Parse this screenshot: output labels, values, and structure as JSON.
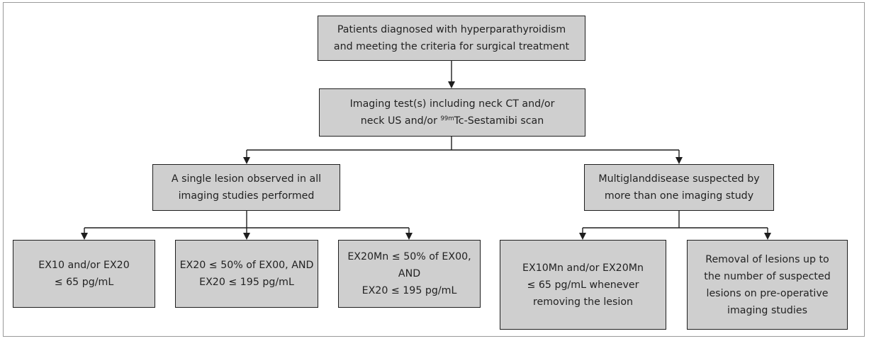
{
  "nodes": {
    "criteria": {
      "lines": [
        "Patients diagnosed with hyperparathyroidism",
        "and meeting the criteria for surgical treatment"
      ]
    },
    "imaging": {
      "line1": "Imaging test(s) including neck CT and/or",
      "line2_pre": "neck US and/or ",
      "line2_sup": "99m",
      "line2_post": "Tc-Sestamibi scan"
    },
    "single": {
      "lines": [
        "A single lesion observed in all",
        "imaging studies performed"
      ]
    },
    "multi": {
      "lines": [
        "Multiglanddisease suspected by",
        "more than one imaging study"
      ]
    },
    "s1": {
      "lines": [
        "EX10 and/or EX20",
        "≤ 65 pg/mL"
      ]
    },
    "s2": {
      "lines": [
        "EX20 ≤ 50% of EX00, AND",
        "EX20 ≤ 195 pg/mL"
      ]
    },
    "s3": {
      "lines": [
        "EX20Mn ≤ 50% of EX00,",
        "AND",
        "EX20 ≤ 195 pg/mL"
      ]
    },
    "m1": {
      "lines": [
        "EX10Mn and/or EX20Mn",
        "≤ 65 pg/mL whenever",
        "removing the lesion"
      ]
    },
    "m2": {
      "lines": [
        "Removal of lesions up to",
        "the number of suspected",
        "lesions on pre-operative",
        "imaging studies"
      ]
    }
  },
  "edges": [
    {
      "from": "criteria",
      "to": "imaging"
    },
    {
      "from": "imaging",
      "to": "single"
    },
    {
      "from": "imaging",
      "to": "multi"
    },
    {
      "from": "single",
      "to": "s1"
    },
    {
      "from": "single",
      "to": "s2"
    },
    {
      "from": "single",
      "to": "s3"
    },
    {
      "from": "multi",
      "to": "m1"
    },
    {
      "from": "multi",
      "to": "m2"
    }
  ]
}
